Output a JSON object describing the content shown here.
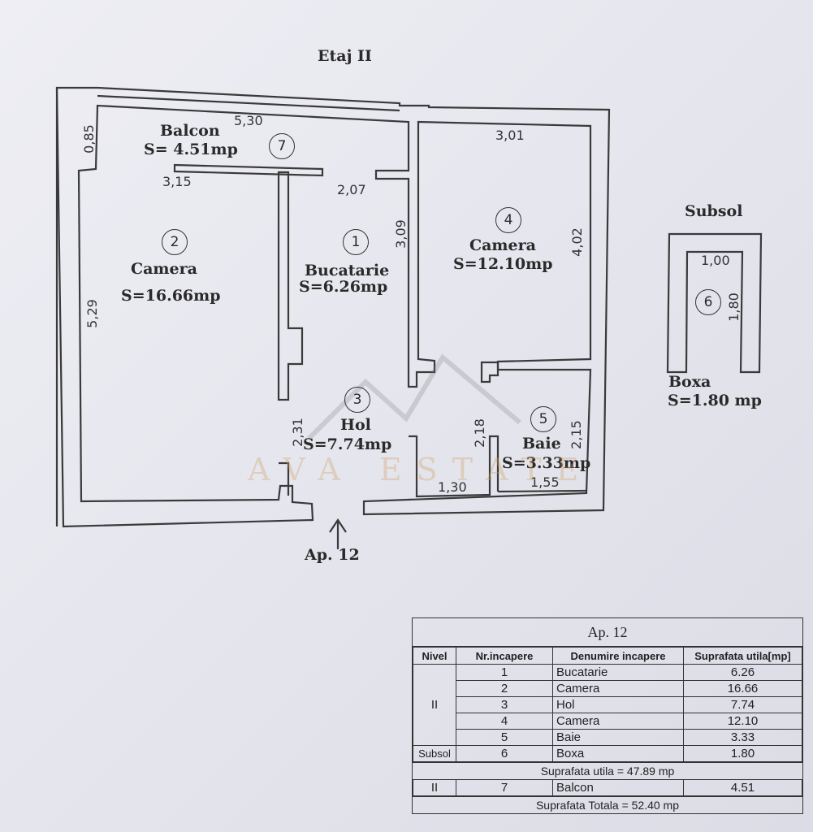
{
  "headings": {
    "floor": "Etaj II",
    "basement": "Subsol",
    "apartment": "Ap. 12"
  },
  "rooms": [
    {
      "nr": "1",
      "name": "Bucatarie",
      "area": "S=6.26mp"
    },
    {
      "nr": "2",
      "name": "Camera",
      "area": "S=16.66mp"
    },
    {
      "nr": "3",
      "name": "Hol",
      "area": "S=7.74mp"
    },
    {
      "nr": "4",
      "name": "Camera",
      "area": "S=12.10mp"
    },
    {
      "nr": "5",
      "name": "Baie",
      "area": "S=3.33mp"
    },
    {
      "nr": "6",
      "name": "Boxa",
      "area": "S=1.80  mp"
    },
    {
      "nr": "7",
      "name": "Balcon",
      "area": "S=  4.51mp"
    }
  ],
  "dimensions": {
    "balcony_length": "5,30",
    "balcony_depth": "0,85",
    "room2_width": "3,15",
    "room2_height": "5,29",
    "kitchen_width": "2,07",
    "kitchen_height": "3,09",
    "room4_width": "3,01",
    "room4_height": "4,02",
    "hall_height": "2,31",
    "closet_height": "2,18",
    "closet_width": "1,30",
    "bath_height": "2,15",
    "bath_width": "1,55",
    "boxa_width": "1,00",
    "boxa_height": "1,80"
  },
  "watermark": "AVA ESTATE",
  "summary": {
    "caption": "Ap. 12",
    "headers": [
      "Nivel",
      "Nr.incapere",
      "Denumire incapere",
      "Suprafata utila[mp]"
    ],
    "level_floor": "II",
    "level_basement": "Subsol",
    "rows": [
      {
        "nr": "1",
        "name": "Bucatarie",
        "area": "6.26"
      },
      {
        "nr": "2",
        "name": "Camera",
        "area": "16.66"
      },
      {
        "nr": "3",
        "name": "Hol",
        "area": "7.74"
      },
      {
        "nr": "4",
        "name": "Camera",
        "area": "12.10"
      },
      {
        "nr": "5",
        "name": "Baie",
        "area": "3.33"
      },
      {
        "nr": "6",
        "name": "Boxa",
        "area": "1.80"
      }
    ],
    "useful_total": "Suprafata utila = 47.89 mp",
    "balcony_row": {
      "level": "II",
      "nr": "7",
      "name": "Balcon",
      "area": "4.51"
    },
    "grand_total": "Suprafata Totala = 52.40 mp"
  }
}
